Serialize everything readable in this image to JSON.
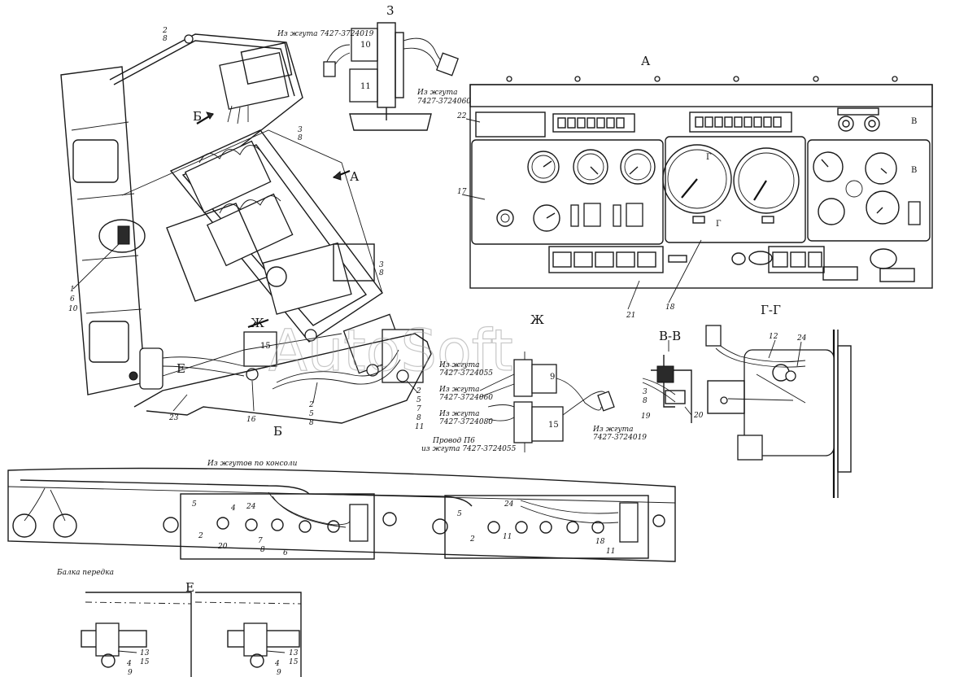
{
  "watermark": "AutoSoft",
  "views": {
    "a": "А",
    "b": "Б",
    "v_v": "В-В",
    "g_g": "Г-Г",
    "e": "Е",
    "zh": "Ж",
    "z": "3",
    "v": "В",
    "g": "Г"
  },
  "notes": {
    "harness_019_top": "Из жгута 7427-3724019",
    "harness_060_top_1": "Из жгута",
    "harness_060_top_2": "7427-3724060",
    "harness_055_1": "Из жгута",
    "harness_055_2": "7427-3724055",
    "harness_060_1": "Из жгута",
    "harness_060_2": "7427-3724060",
    "harness_080_1": "Из жгута",
    "harness_080_2": "7427-3724080",
    "harness_019_1": "Из жгута",
    "harness_019_2": "7427-3724019",
    "wire_p6_1": "Провод П6",
    "wire_p6_2": "из жгута 7427-3724055",
    "console_harness": "Из жгутов по консоли",
    "front_beam": "Балка передка"
  },
  "callouts": {
    "c2_8_top": "2",
    "c8_top": "8",
    "c3_8a": "3",
    "c8a": "8",
    "c1": "1",
    "c6": "6",
    "c10": "10",
    "c3_b": "3",
    "c8_b": "8",
    "c23": "23",
    "c16": "16",
    "c2_5_8_a": "2",
    "c5_a": "5",
    "c8_c": "8",
    "c2_r": "2",
    "c5_r": "5",
    "c7_r": "7",
    "c8_r": "8",
    "c11_r": "11",
    "c15_a": "15",
    "c10_z": "10",
    "c11_z": "11",
    "c22": "22",
    "c17": "17",
    "c21": "21",
    "c18": "18",
    "c9_zh": "9",
    "c15_zh": "15",
    "c3_v": "3",
    "c8_v": "8",
    "c19": "19",
    "c20": "20",
    "c12": "12",
    "c24": "24",
    "c13_a": "13",
    "c15_e1": "15",
    "c4_a": "4",
    "c9_a": "9",
    "c13_b": "13",
    "c15_e2": "15",
    "c4_b": "4",
    "c9_b": "9",
    "c5_p1": "5",
    "c4_p1": "4",
    "c2_p1": "2",
    "c20_p1": "20",
    "c7_p1": "7",
    "c8_p1": "8",
    "c6_p1": "6",
    "c24_p1": "24",
    "c5_p2": "5",
    "c2_p2": "2",
    "c11_p2": "11",
    "c24_p2": "24",
    "c18_p2": "18",
    "c11_p2b": "11"
  }
}
